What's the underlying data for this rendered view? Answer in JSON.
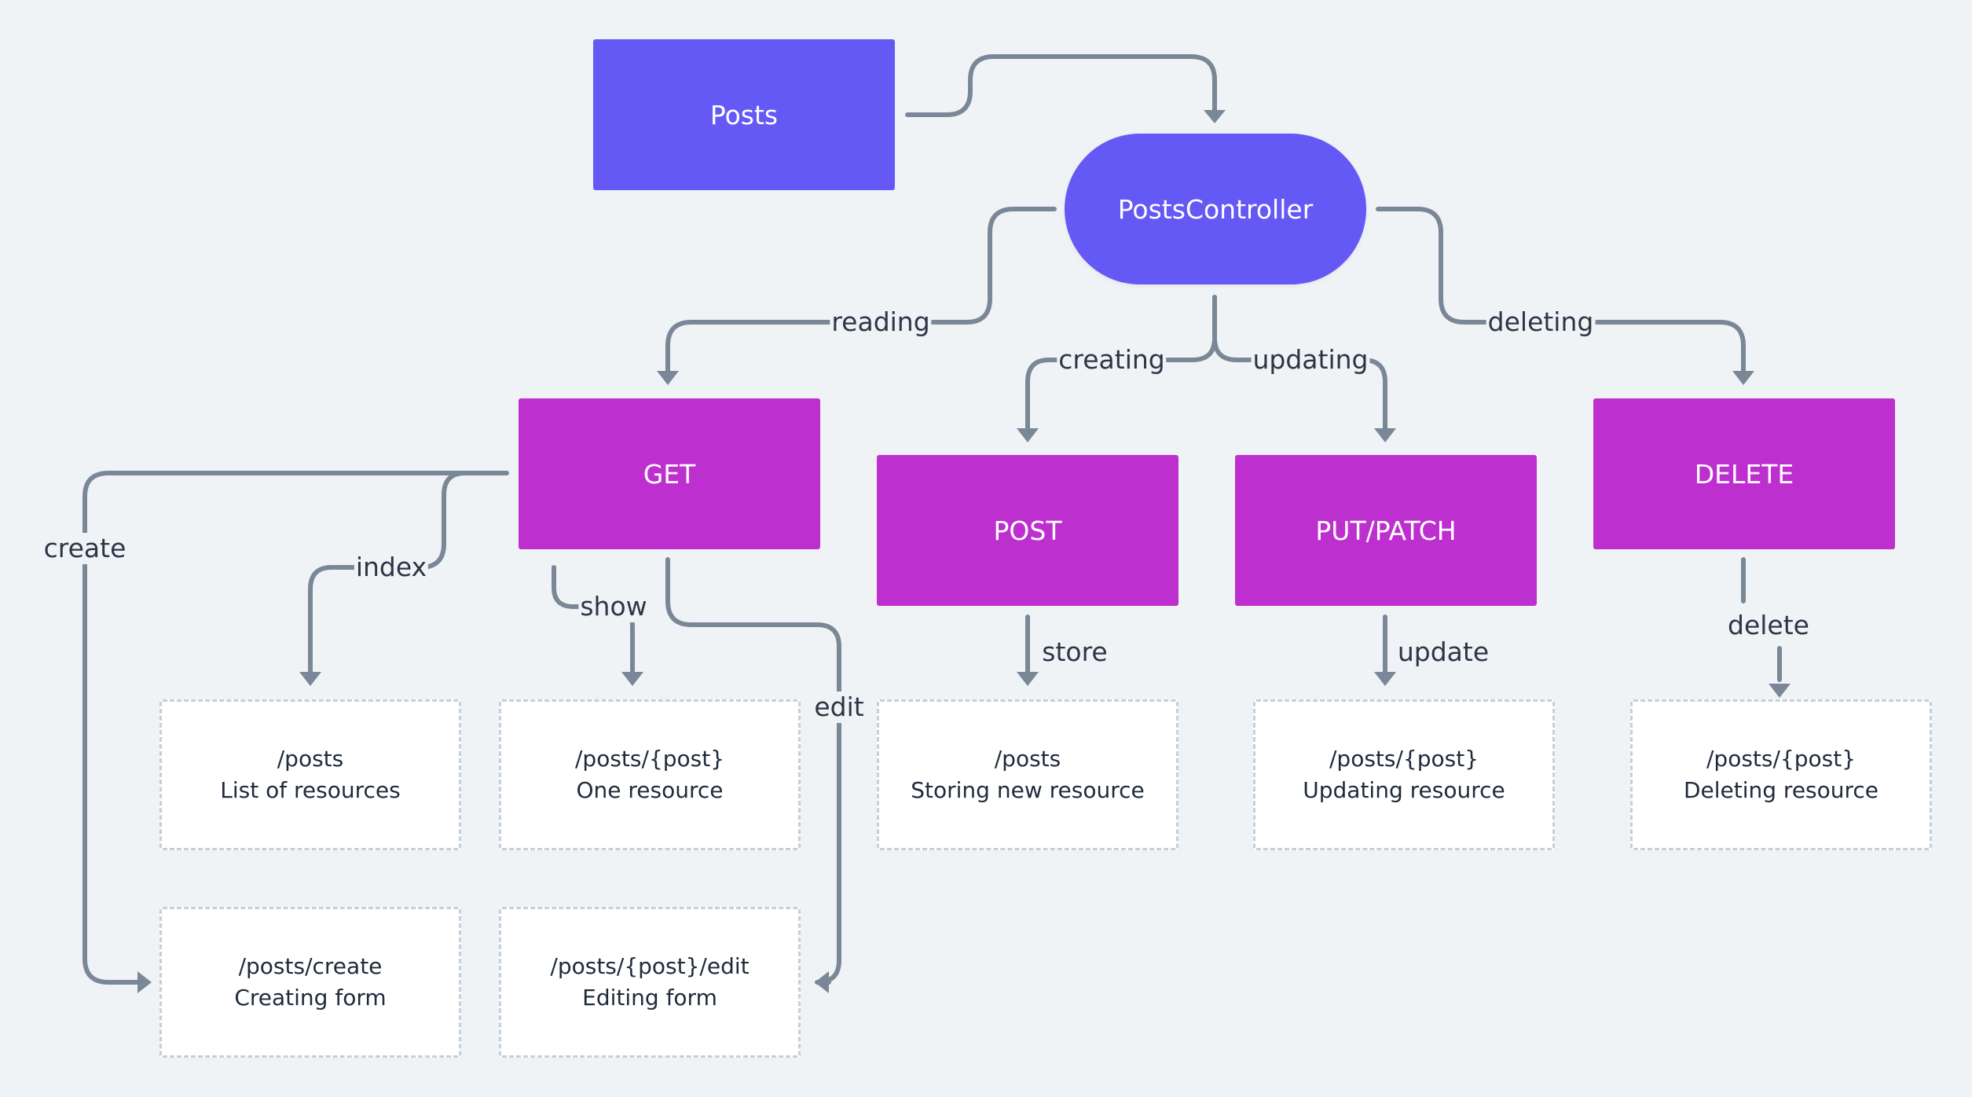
{
  "nodes": {
    "posts": "Posts",
    "controller": "PostsController",
    "get": "GET",
    "post": "POST",
    "put_patch": "PUT/PATCH",
    "delete": "DELETE"
  },
  "edge_labels": {
    "reading": "reading",
    "creating": "creating",
    "updating": "updating",
    "deleting": "deleting",
    "create": "create",
    "index": "index",
    "show": "show",
    "edit": "edit",
    "store": "store",
    "update": "update",
    "delete": "delete"
  },
  "routes": {
    "index": {
      "path": "/posts",
      "desc": "List of resources"
    },
    "show": {
      "path": "/posts/{post}",
      "desc": "One resource"
    },
    "store": {
      "path": "/posts",
      "desc": "Storing new resource"
    },
    "update": {
      "path": "/posts/{post}",
      "desc": "Updating resource"
    },
    "destroy": {
      "path": "/posts/{post}",
      "desc": "Deleting resource"
    },
    "create": {
      "path": "/posts/create",
      "desc": "Creating form"
    },
    "edit": {
      "path": "/posts/{post}/edit",
      "desc": "Editing form"
    }
  },
  "colors": {
    "controller_nodes": "#6559f6",
    "method_nodes": "#bd30cf",
    "connectors": "#7a8796",
    "background": "#f0f3f6"
  }
}
